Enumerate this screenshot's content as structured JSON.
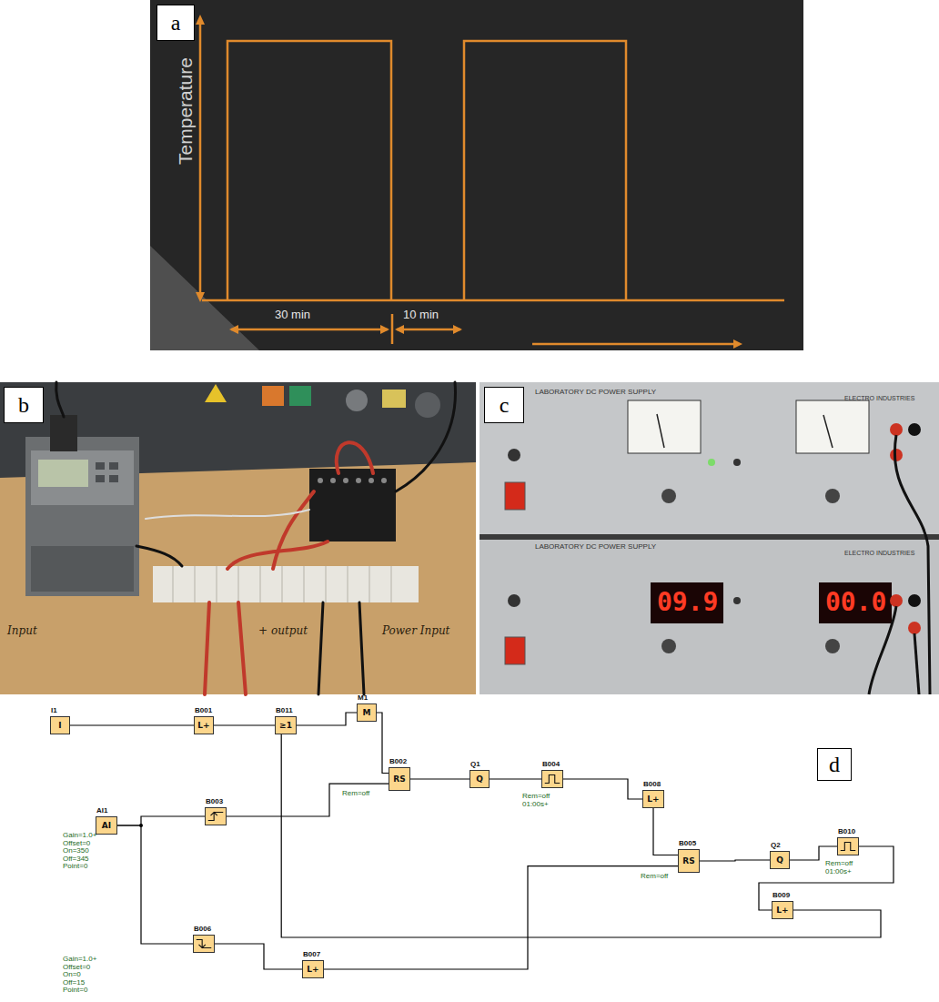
{
  "diagram": {
    "nodes": [
      {
        "text": [
          "a"
        ]
      },
      {
        "text": [
          "b"
        ]
      },
      {
        "text": [
          "c"
        ]
      },
      {
        "text": [
          "I1",
          "I"
        ]
      },
      {
        "text": [
          "B001",
          "L+"
        ]
      },
      {
        "text": [
          "B011",
          "≥1"
        ]
      },
      {
        "text": [
          "M1",
          "M"
        ]
      },
      {
        "text": [
          "B002",
          "RS",
          "Rem=off"
        ]
      },
      {
        "text": [
          "Q1",
          "Q"
        ]
      },
      {
        "text": [
          "B004",
          "Rem=off 01:00s+"
        ]
      },
      {
        "text": [
          "B008",
          "L+"
        ]
      },
      {
        "text": [
          "B005",
          "RS",
          "Rem=off"
        ]
      },
      {
        "text": [
          "Q2",
          "Q"
        ]
      },
      {
        "text": [
          "d"
        ]
      },
      {
        "text": [
          "B010",
          "Rem=off 01:00s+"
        ]
      },
      {
        "text": [
          "B009",
          "L+"
        ]
      },
      {
        "text": [
          "AI1",
          "AI"
        ]
      },
      {
        "text": [
          "B003",
          "Gain=1.0+ Offset=0 On=350 Off=345 Point=0"
        ]
      },
      {
        "text": [
          "B006",
          "Gain=1.0+ Offset=0 On=0 Off=15 Point=0"
        ]
      },
      {
        "text": [
          "B007",
          "L+"
        ]
      }
    ],
    "edges": [
      {
        "from": 3,
        "to": 4,
        "arrow": "none"
      },
      {
        "from": 4,
        "to": 5,
        "arrow": "none"
      },
      {
        "from": 5,
        "to": 6,
        "arrow": "none"
      },
      {
        "from": 6,
        "to": 7,
        "arrow": "none"
      },
      {
        "from": 16,
        "to": 17,
        "arrow": "none"
      },
      {
        "from": 17,
        "to": 7,
        "arrow": "none"
      },
      {
        "from": 7,
        "to": 8,
        "arrow": "none"
      },
      {
        "from": 8,
        "to": 9,
        "arrow": "none"
      },
      {
        "from": 9,
        "to": 10,
        "arrow": "none"
      },
      {
        "from": 10,
        "to": 11,
        "arrow": "none"
      },
      {
        "from": 11,
        "to": 12,
        "arrow": "none"
      },
      {
        "from": 12,
        "to": 14,
        "arrow": "none"
      },
      {
        "from": 14,
        "to": 15,
        "arrow": "none"
      },
      {
        "from": 15,
        "to": 5,
        "arrow": "none"
      },
      {
        "from": 16,
        "to": 18,
        "arrow": "none"
      },
      {
        "from": 18,
        "to": 19,
        "arrow": "none"
      },
      {
        "from": 19,
        "to": 11,
        "arrow": "none"
      }
    ],
    "labels": [
      "Temperature",
      "30 min",
      "10 min",
      "Input",
      "+",
      "output",
      "Power Input",
      "LABORATORY DC POWER SUPPLY",
      "ELECTRO INDUSTRIES",
      "LABORATORY DC POWER SUPPLY",
      "09.9",
      "ELECTRO INDUSTRIES",
      "00.0"
    ]
  }
}
